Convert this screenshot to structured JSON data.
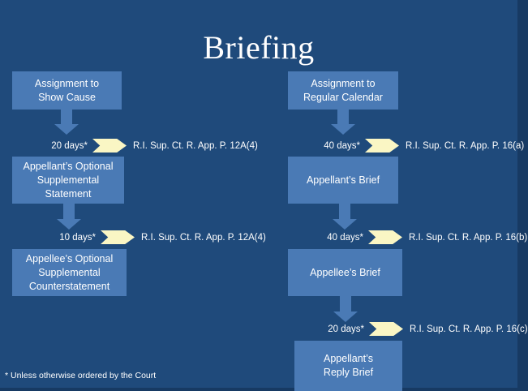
{
  "slide": {
    "title": "Briefing",
    "background_color": "#1f4a7b",
    "box_color": "#4a7ab5",
    "chevron_color": "#faf6c4",
    "text_color": "#ffffff",
    "footnote": "* Unless otherwise ordered by the Court"
  },
  "left_track": {
    "boxes": [
      {
        "id": "assignment-show-cause",
        "lines": [
          "Assignment to",
          "Show Cause"
        ]
      },
      {
        "id": "appellant-optional-supplemental-statement",
        "lines": [
          "Appellant’s  Optional",
          "Supplemental",
          "Statement"
        ]
      },
      {
        "id": "appellee-optional-supplemental-counterstatement",
        "lines": [
          "Appellee’s Optional",
          "Supplemental",
          "Counterstatement"
        ]
      }
    ],
    "steps": [
      {
        "id": "step-20-days-12a4",
        "days": "20 days*",
        "citation": "R.I. Sup. Ct. R. App. P.  12A(4)"
      },
      {
        "id": "step-10-days-12a4",
        "days": "10 days*",
        "citation": "R.I. Sup. Ct. R. App. P. 12A(4)"
      }
    ]
  },
  "right_track": {
    "boxes": [
      {
        "id": "assignment-regular-calendar",
        "lines": [
          "Assignment to",
          "Regular Calendar"
        ]
      },
      {
        "id": "appellant-brief",
        "lines": [
          "Appellant’s  Brief"
        ]
      },
      {
        "id": "appellee-brief",
        "lines": [
          "Appellee’s Brief"
        ]
      },
      {
        "id": "appellant-reply-brief",
        "lines": [
          "Appellant’s",
          "Reply Brief"
        ]
      }
    ],
    "steps": [
      {
        "id": "step-40-days-16a",
        "days": "40 days*",
        "citation": "R.I. Sup. Ct. R. App. P.  16(a)"
      },
      {
        "id": "step-40-days-16b",
        "days": "40 days*",
        "citation": "R.I. Sup. Ct. R. App. P. 16(b)"
      },
      {
        "id": "step-20-days-16c",
        "days": "20 days*",
        "citation": "R.I. Sup. Ct. R. App. P. 16(c)"
      }
    ]
  }
}
